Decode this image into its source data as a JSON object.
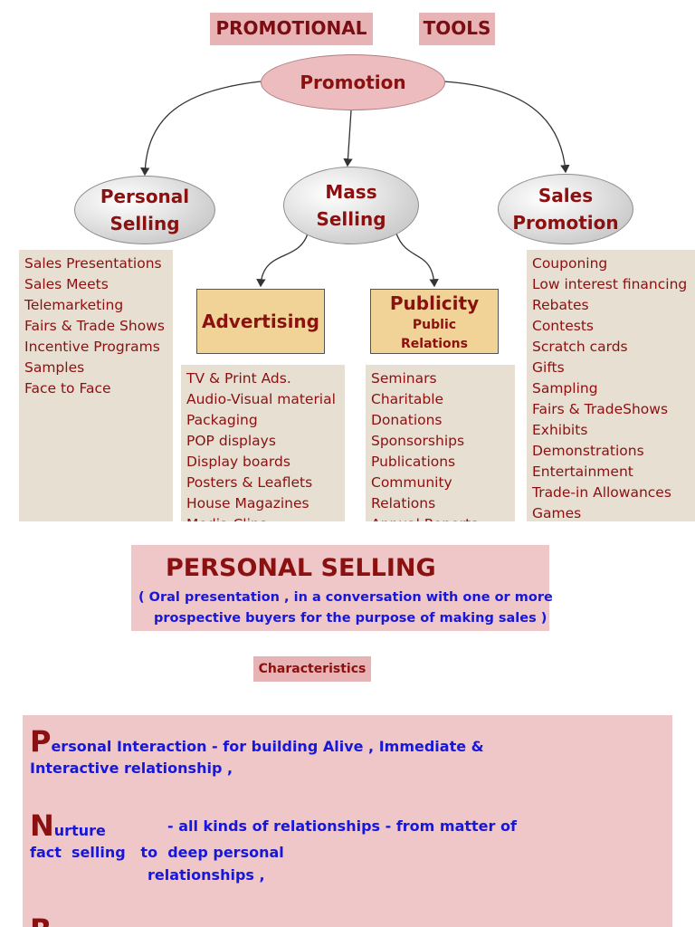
{
  "header": {
    "left_title": "PROMOTIONAL",
    "right_title": "TOOLS"
  },
  "diagram": {
    "root": "Promotion",
    "personal": {
      "line1": "Personal",
      "line2": "Selling"
    },
    "mass": {
      "line1": "Mass",
      "line2": "Selling"
    },
    "sales": {
      "line1": "Sales",
      "line2": "Promotion"
    },
    "advertising": "Advertising",
    "publicity": {
      "title": "Publicity",
      "sub1": "Public",
      "sub2": "Relations"
    }
  },
  "lists": {
    "personal_selling": [
      "Sales Presentations",
      "Sales Meets",
      "Telemarketing",
      "Fairs & Trade Shows",
      "Incentive Programs",
      "Samples",
      "Face to Face"
    ],
    "advertising": [
      "TV & Print Ads.",
      "Audio-Visual material",
      "Packaging",
      "POP displays",
      "Display boards",
      "Posters & Leaflets",
      "House Magazines",
      "Media Clips"
    ],
    "publicity": [
      "Seminars",
      "Charitable",
      "Donations",
      "Sponsorships",
      "Publications",
      "Community",
      "Relations",
      "Annual Reports"
    ],
    "sales_promotion": [
      "Couponing",
      "Low interest financing",
      "Rebates",
      "Contests",
      "Scratch cards",
      "Gifts",
      "Sampling",
      "Fairs & TradeShows",
      "Exhibits",
      "Demonstrations",
      "Entertainment",
      "Trade-in Allowances",
      "Games"
    ]
  },
  "personal_selling_section": {
    "title": "PERSONAL SELLING",
    "definition_line1": "( Oral presentation , in a conversation with one or more",
    "definition_line2": "prospective buyers for the purpose of making sales )",
    "characteristics_label": "Characteristics"
  },
  "characteristics": {
    "p_letter": "P",
    "p_text1": "ersonal Interaction - for  building Alive , Immediate &",
    "p_text2": "Interactive  relationship ,",
    "n_letter": "N",
    "n_word": "urture",
    "n_text1": "- all kinds of relationships - from matter of",
    "n_text2": "fact  selling   to  deep personal",
    "n_text3": "relationships ,",
    "r_letter": "R"
  }
}
